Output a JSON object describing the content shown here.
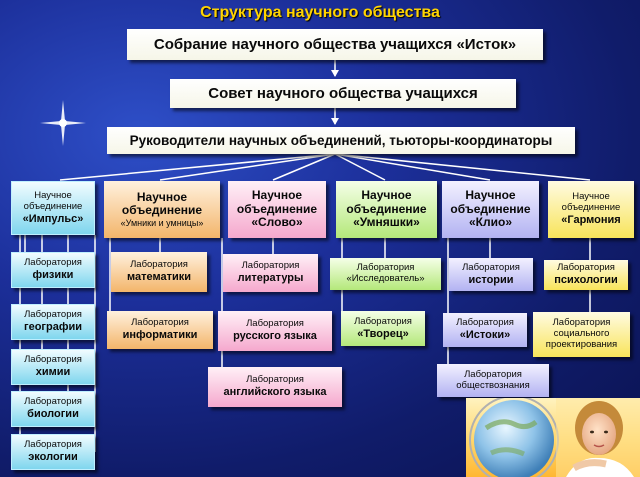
{
  "title": "Структура научного общества",
  "assembly": "Собрание научного общества учащихся «Исток»",
  "council": "Совет научного общества учащихся",
  "leaders": "Руководители научных объединений, тьюторы-координаторы",
  "associations": [
    {
      "l1": "Научное",
      "l2": "объединение",
      "l3": "«Импульс»",
      "color": "#7fd6ee"
    },
    {
      "l1": "Научное",
      "l2": "объединение",
      "l3": "«Умники и умницы»",
      "color": "#f3b56a"
    },
    {
      "l1": "Научное",
      "l2": "объединение",
      "l3": "«Слово»",
      "color": "#f5a8cd"
    },
    {
      "l1": "Научное",
      "l2": "объединение",
      "l3": "«Умняшки»",
      "color": "#b4e87a"
    },
    {
      "l1": "Научное",
      "l2": "объединение",
      "l3": "«Клио»",
      "color": "#b2b2f2"
    },
    {
      "l1": "Научное",
      "l2": "объединение",
      "l3": "«Гармония",
      "color": "#f8e45a"
    }
  ],
  "labs": {
    "physics": {
      "l1": "Лаборатория",
      "l2": "физики"
    },
    "geography": {
      "l1": "Лаборатория",
      "l2": "географии"
    },
    "chemistry": {
      "l1": "Лаборатория",
      "l2": "химии"
    },
    "biology": {
      "l1": "Лаборатория",
      "l2": "биологии"
    },
    "ecology": {
      "l1": "Лаборатория",
      "l2": "экологии"
    },
    "math": {
      "l1": "Лаборатория",
      "l2": "математики"
    },
    "informatics": {
      "l1": "Лаборатория",
      "l2": "информатики"
    },
    "literature": {
      "l1": "Лаборатория",
      "l2": "литературы"
    },
    "russian": {
      "l1": "Лаборатория",
      "l2": "русского языка"
    },
    "english": {
      "l1": "Лаборатория",
      "l2": "английского языка"
    },
    "researcher": {
      "l1": "Лаборатория",
      "l2": "«Исследователь»"
    },
    "creator": {
      "l1": "Лаборатория",
      "l2": "«Творец»"
    },
    "history": {
      "l1": "Лаборатория",
      "l2": "истории"
    },
    "origins": {
      "l1": "Лаборатория",
      "l2": "«Истоки»"
    },
    "social_studies": {
      "l1": "Лаборатория",
      "l2": "обществознания"
    },
    "psychology": {
      "l1": "Лаборатория",
      "l2": "психологии"
    },
    "social_design": {
      "l1": "Лаборатория",
      "l2": "социального",
      "l3": "проектирования"
    }
  }
}
